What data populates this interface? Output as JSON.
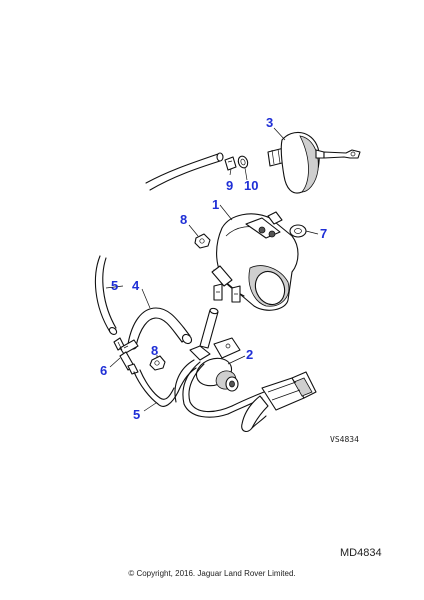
{
  "diagram": {
    "callouts": {
      "c1": "1",
      "c2": "2",
      "c3": "3",
      "c4": "4",
      "c5a": "5",
      "c5b": "5",
      "c6": "6",
      "c7": "7",
      "c8a": "8",
      "c8b": "8",
      "c9": "9",
      "c10": "10"
    },
    "ref_code": "VS4834",
    "drawing_number": "MD4834",
    "copyright": "© Copyright, 2016. Jaguar Land Rover Limited.",
    "colors": {
      "callout": "#1f2fd6",
      "linework": "#111111",
      "background": "#ffffff"
    }
  }
}
